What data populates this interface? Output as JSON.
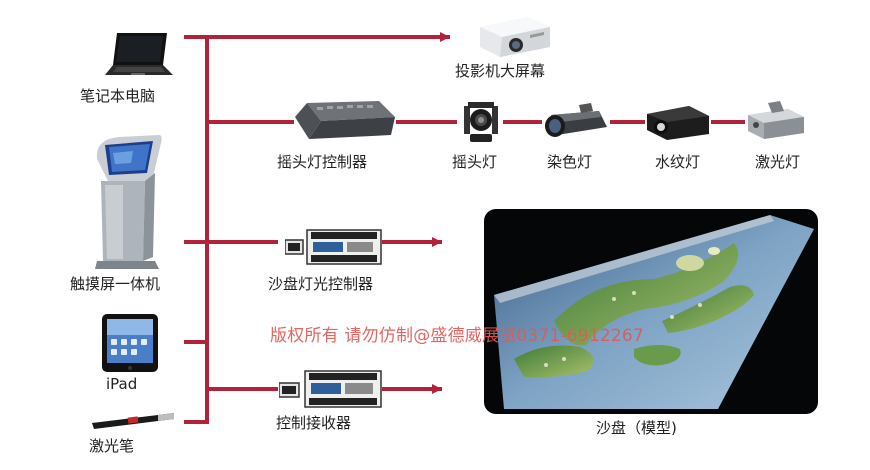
{
  "labels": {
    "laptop": "笔记本电脑",
    "kiosk": "触摸屏一体机",
    "ipad": "iPad",
    "laser_pen": "激光笔",
    "projector": "投影机大屏幕",
    "moving_head_controller": "摇头灯控制器",
    "moving_head_light": "摇头灯",
    "dye_light": "染色灯",
    "water_ripple_light": "水纹灯",
    "laser_light": "激光灯",
    "sandtable_light_controller": "沙盘灯光控制器",
    "control_receiver": "控制接收器",
    "sandtable_model": "沙盘（模型)"
  },
  "watermark": "版权所有 请勿仿制@盛德威展览0371-6912267",
  "colors": {
    "connector": "#b3223a"
  }
}
